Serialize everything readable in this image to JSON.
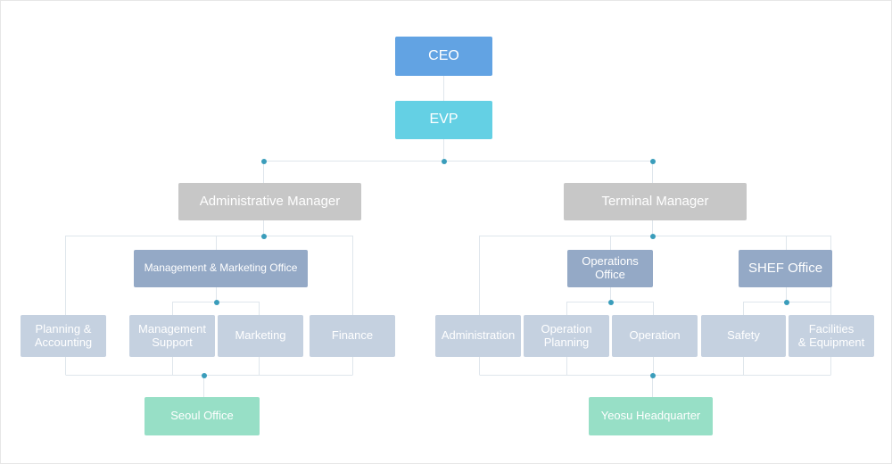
{
  "org_chart": {
    "ceo": "CEO",
    "evp": "EVP",
    "administrative_manager": "Administrative Manager",
    "terminal_manager": "Terminal Manager",
    "management_marketing_office": "Management & Marketing Office",
    "operations_office": "Operations\nOffice",
    "shef_office": "SHEF Office",
    "planning_accounting": "Planning &\nAccounting",
    "management_support": "Management\nSupport",
    "marketing": "Marketing",
    "finance": "Finance",
    "administration": "Administration",
    "operation_planning": "Operation\nPlanning",
    "operation": "Operation",
    "safety": "Safety",
    "facilities_equipment": "Facilities\n& Equipment",
    "seoul_office": "Seoul Office",
    "yeosu_headquarter": "Yeosu Headquarter"
  },
  "colors": {
    "ceo": "#62a3e3",
    "evp": "#64d0e4",
    "manager": "#c7c7c7",
    "office": "#94a9c6",
    "team": "#c5d1e0",
    "site": "#97dfc6",
    "connector": "#dfe6ec",
    "junction_dot": "#3a9dbb"
  }
}
